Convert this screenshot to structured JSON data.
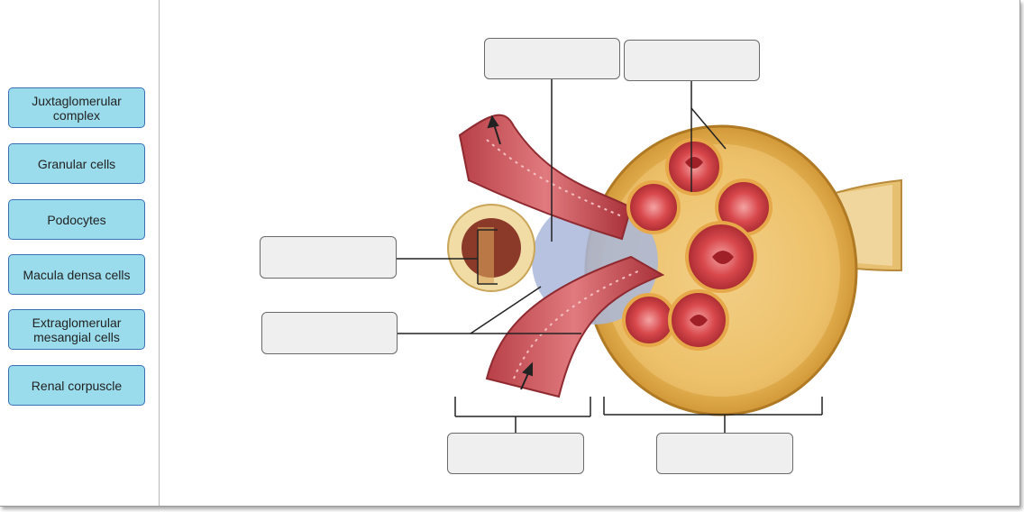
{
  "label_bank": {
    "items": [
      {
        "id": "juxtaglomerular-complex",
        "label": "Juxtaglomerular complex"
      },
      {
        "id": "granular-cells",
        "label": "Granular cells"
      },
      {
        "id": "podocytes",
        "label": "Podocytes"
      },
      {
        "id": "macula-densa-cells",
        "label": "Macula densa cells"
      },
      {
        "id": "extraglomerular-mesangial-cells",
        "label": "Extraglomerular mesangial cells"
      },
      {
        "id": "renal-corpuscle",
        "label": "Renal corpuscle"
      }
    ]
  },
  "drop_targets": [
    {
      "id": "target-top-left",
      "value": ""
    },
    {
      "id": "target-top-right",
      "value": ""
    },
    {
      "id": "target-left-upper",
      "value": ""
    },
    {
      "id": "target-left-lower",
      "value": ""
    },
    {
      "id": "target-bottom-left",
      "value": ""
    },
    {
      "id": "target-bottom-right",
      "value": ""
    }
  ],
  "colors": {
    "chip_fill": "#9adcec",
    "chip_border": "#3a6fb6",
    "target_fill": "#efefef",
    "target_border": "#6a6a6a"
  }
}
